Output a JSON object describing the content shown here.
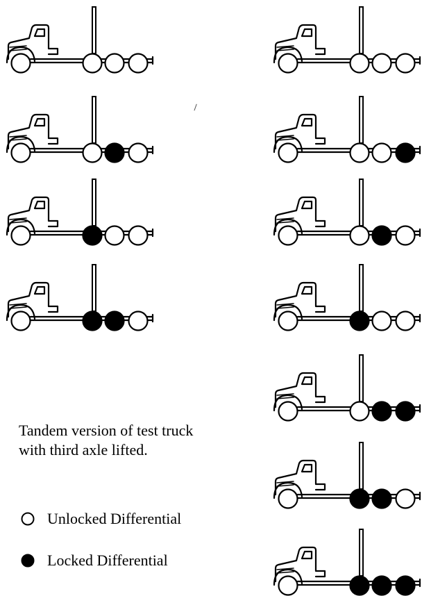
{
  "caption": {
    "line1": "Tandem version of test truck",
    "line2": "with third axle lifted."
  },
  "legend": {
    "unlocked_label": "Unlocked Differential",
    "locked_label": "Locked Differential",
    "unlocked_color": "#ffffff",
    "locked_color": "#000000"
  },
  "columns": [
    {
      "name": "left",
      "configurations": [
        [
          false,
          false,
          false
        ],
        [
          false,
          true,
          false
        ],
        [
          true,
          false,
          false
        ],
        [
          true,
          true,
          false
        ]
      ]
    },
    {
      "name": "right",
      "configurations": [
        [
          false,
          false,
          false
        ],
        [
          false,
          false,
          true
        ],
        [
          false,
          true,
          false
        ],
        [
          true,
          false,
          false
        ],
        [
          false,
          true,
          true
        ],
        [
          true,
          true,
          false
        ],
        [
          true,
          true,
          true
        ]
      ]
    }
  ]
}
